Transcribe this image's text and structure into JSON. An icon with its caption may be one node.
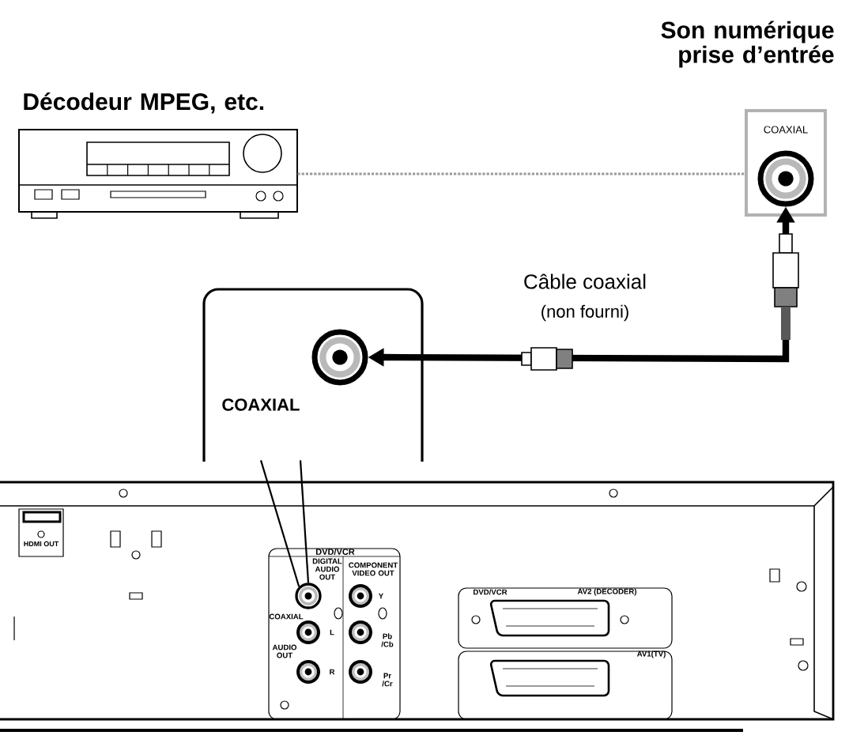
{
  "diagram": {
    "nodes": [
      {
        "text": [
          "Décodeur MPEG, etc."
        ]
      },
      {
        "text": [
          "Son numérique prise d’entrée",
          "COAXIAL"
        ]
      },
      {
        "text": [],
        "shape": "circle",
        "in": 1
      },
      {
        "text": [
          "COAXIAL"
        ]
      },
      {
        "text": [],
        "shape": "circle",
        "in": 3
      },
      {
        "text": [],
        "shape": "circle"
      }
    ],
    "edges": [
      {
        "from": 0,
        "to": 1,
        "arrow": "none",
        "style": "dashed",
        "color": "#999999"
      },
      {
        "from": 4,
        "to": 2,
        "arrow": "both",
        "label": "Câble coaxial",
        "style": "thick"
      },
      {
        "from": 3,
        "to": 5,
        "arrow": "none"
      }
    ],
    "labels": [
      "(non fourni)",
      "HDMI OUT",
      "DVD/VCR",
      "DIGITAL AUDIO OUT",
      "COMPONENT VIDEO OUT",
      "Y",
      "COAXIAL",
      "L",
      "Pb /Cb",
      "AUDIO OUT",
      "R",
      "Pr /Cr",
      "DVD/VCR",
      "AV2 (DECODER)",
      "AV1(TV)"
    ]
  }
}
